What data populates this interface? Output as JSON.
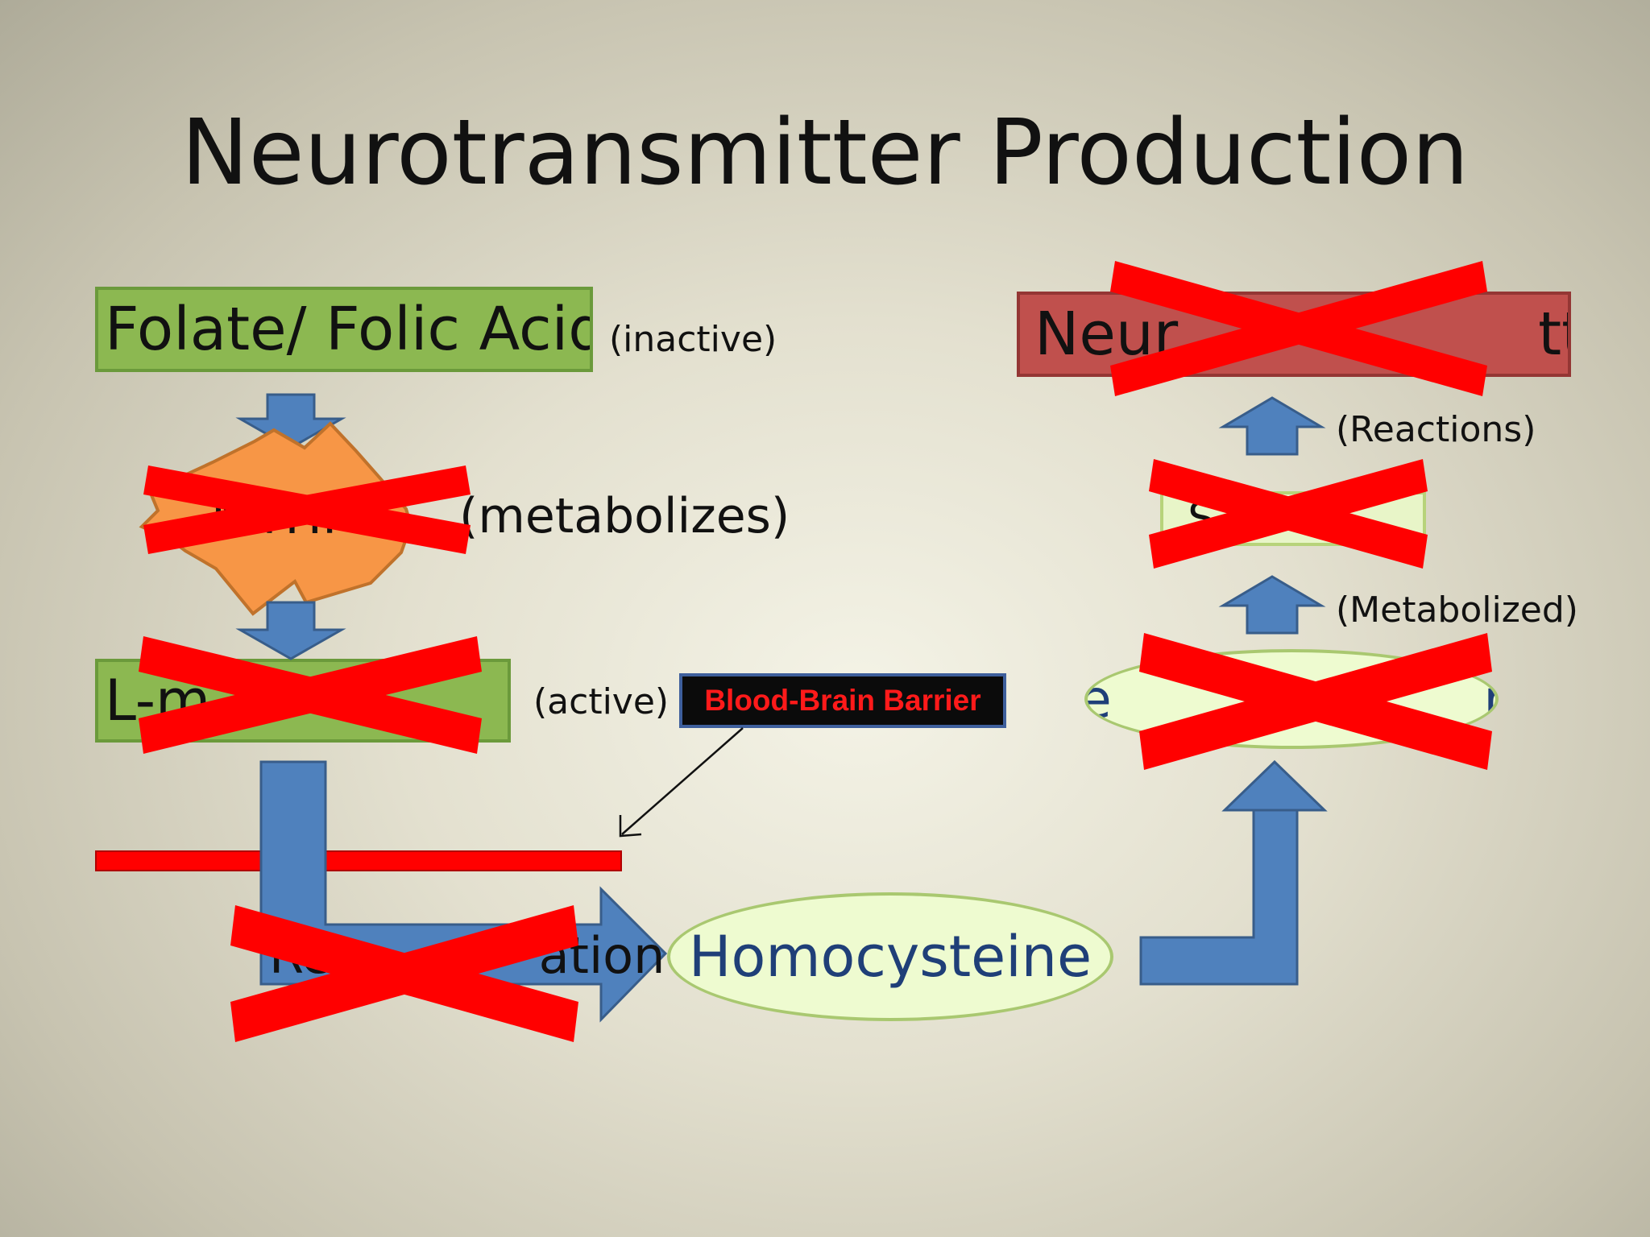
{
  "slide": {
    "title": "Neurotransmitter Production"
  },
  "nodes": {
    "folate": "Folate/ Folic Acid",
    "folate_note": "(inactive)",
    "enzyme_note": "(metabolizes)",
    "enzyme_partial": "MTHFR",
    "methylfolate_partial": "L-m         /       ate",
    "methylfolate_note": "(active)",
    "remethylation_partial": "Re             ation",
    "homocysteine": "Homocysteine",
    "methionine_partial": "Me                      ne",
    "same_partial": "S",
    "neurotransmitters_partial": "Neur                   tters",
    "reactions_note": "(Reactions)",
    "metabolized_note": "(Metabolized)"
  },
  "barrier": {
    "label": "Blood-Brain Barrier"
  },
  "colors": {
    "green_box": "#8cb851",
    "red_box": "#c0504d",
    "arrow_blue": "#4f81bd",
    "cross_red": "#ff0000",
    "starburst": "#f79646",
    "ellipse_text": "#1f3f78"
  }
}
